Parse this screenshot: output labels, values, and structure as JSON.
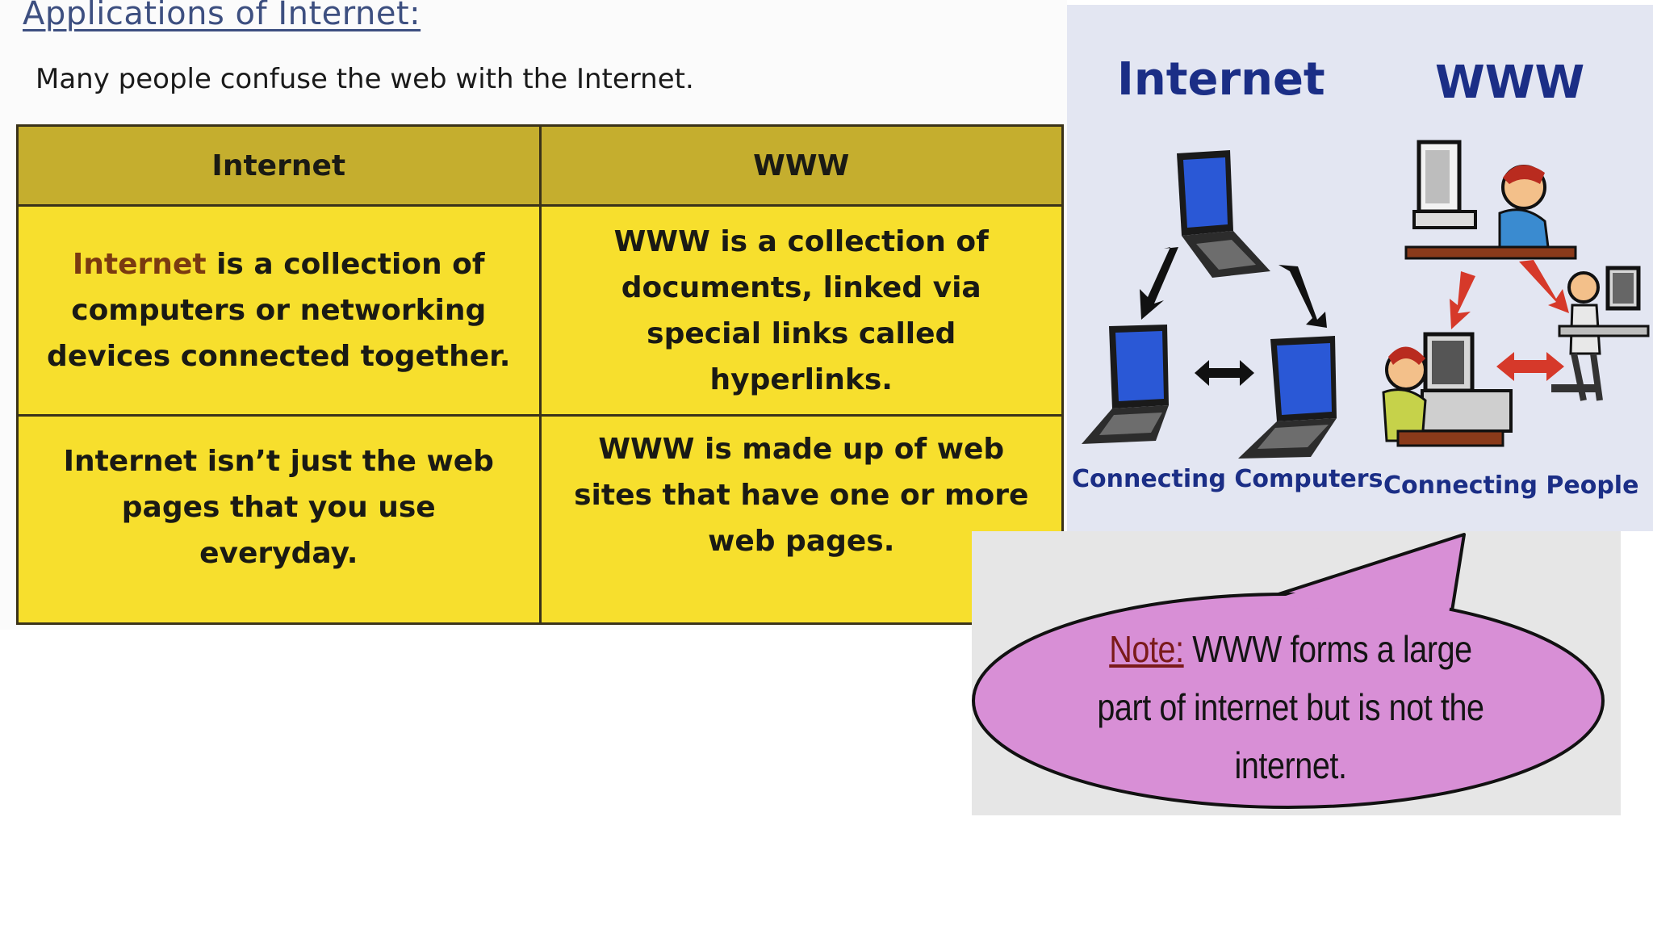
{
  "slide": {
    "title": "Applications of Internet:",
    "subtitle": "Many people confuse the web with the Internet."
  },
  "table": {
    "headers": [
      "Internet",
      "WWW"
    ],
    "rows": [
      {
        "internet_keyword": "Internet",
        "internet_rest": " is a collection of computers or networking devices connected together.",
        "www": "WWW is a collection of documents, linked via special links called hyperlinks."
      },
      {
        "internet": "Internet isn’t just the web pages that you use everyday.",
        "www": "WWW is made up of web sites that have one or more web pages."
      }
    ]
  },
  "diagram": {
    "left_heading": "Internet",
    "right_heading": "WWW",
    "left_caption": "Connecting Computers",
    "right_caption": "Connecting People"
  },
  "note": {
    "label": "Note:",
    "text": " WWW forms a large part of internet but is not the internet."
  },
  "colors": {
    "table_header": "#c5ae2e",
    "table_cell": "#f7df2d",
    "diagram_text": "#1b2e86",
    "note_bubble": "#d88fd6",
    "arrow_red": "#d6392a"
  }
}
